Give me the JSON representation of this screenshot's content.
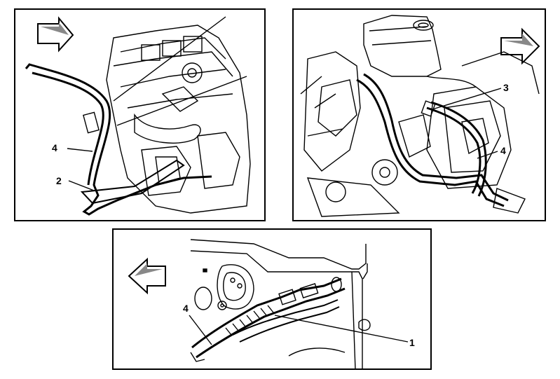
{
  "panels": [
    {
      "id": "top-left",
      "callouts": [
        "4",
        "2"
      ],
      "arrow": "right"
    },
    {
      "id": "top-right",
      "callouts": [
        "3",
        "4"
      ],
      "arrow": "right"
    },
    {
      "id": "bottom",
      "callouts": [
        "4",
        "1"
      ],
      "arrow": "left"
    }
  ],
  "colors": {
    "line": "#000000",
    "background": "#ffffff"
  }
}
